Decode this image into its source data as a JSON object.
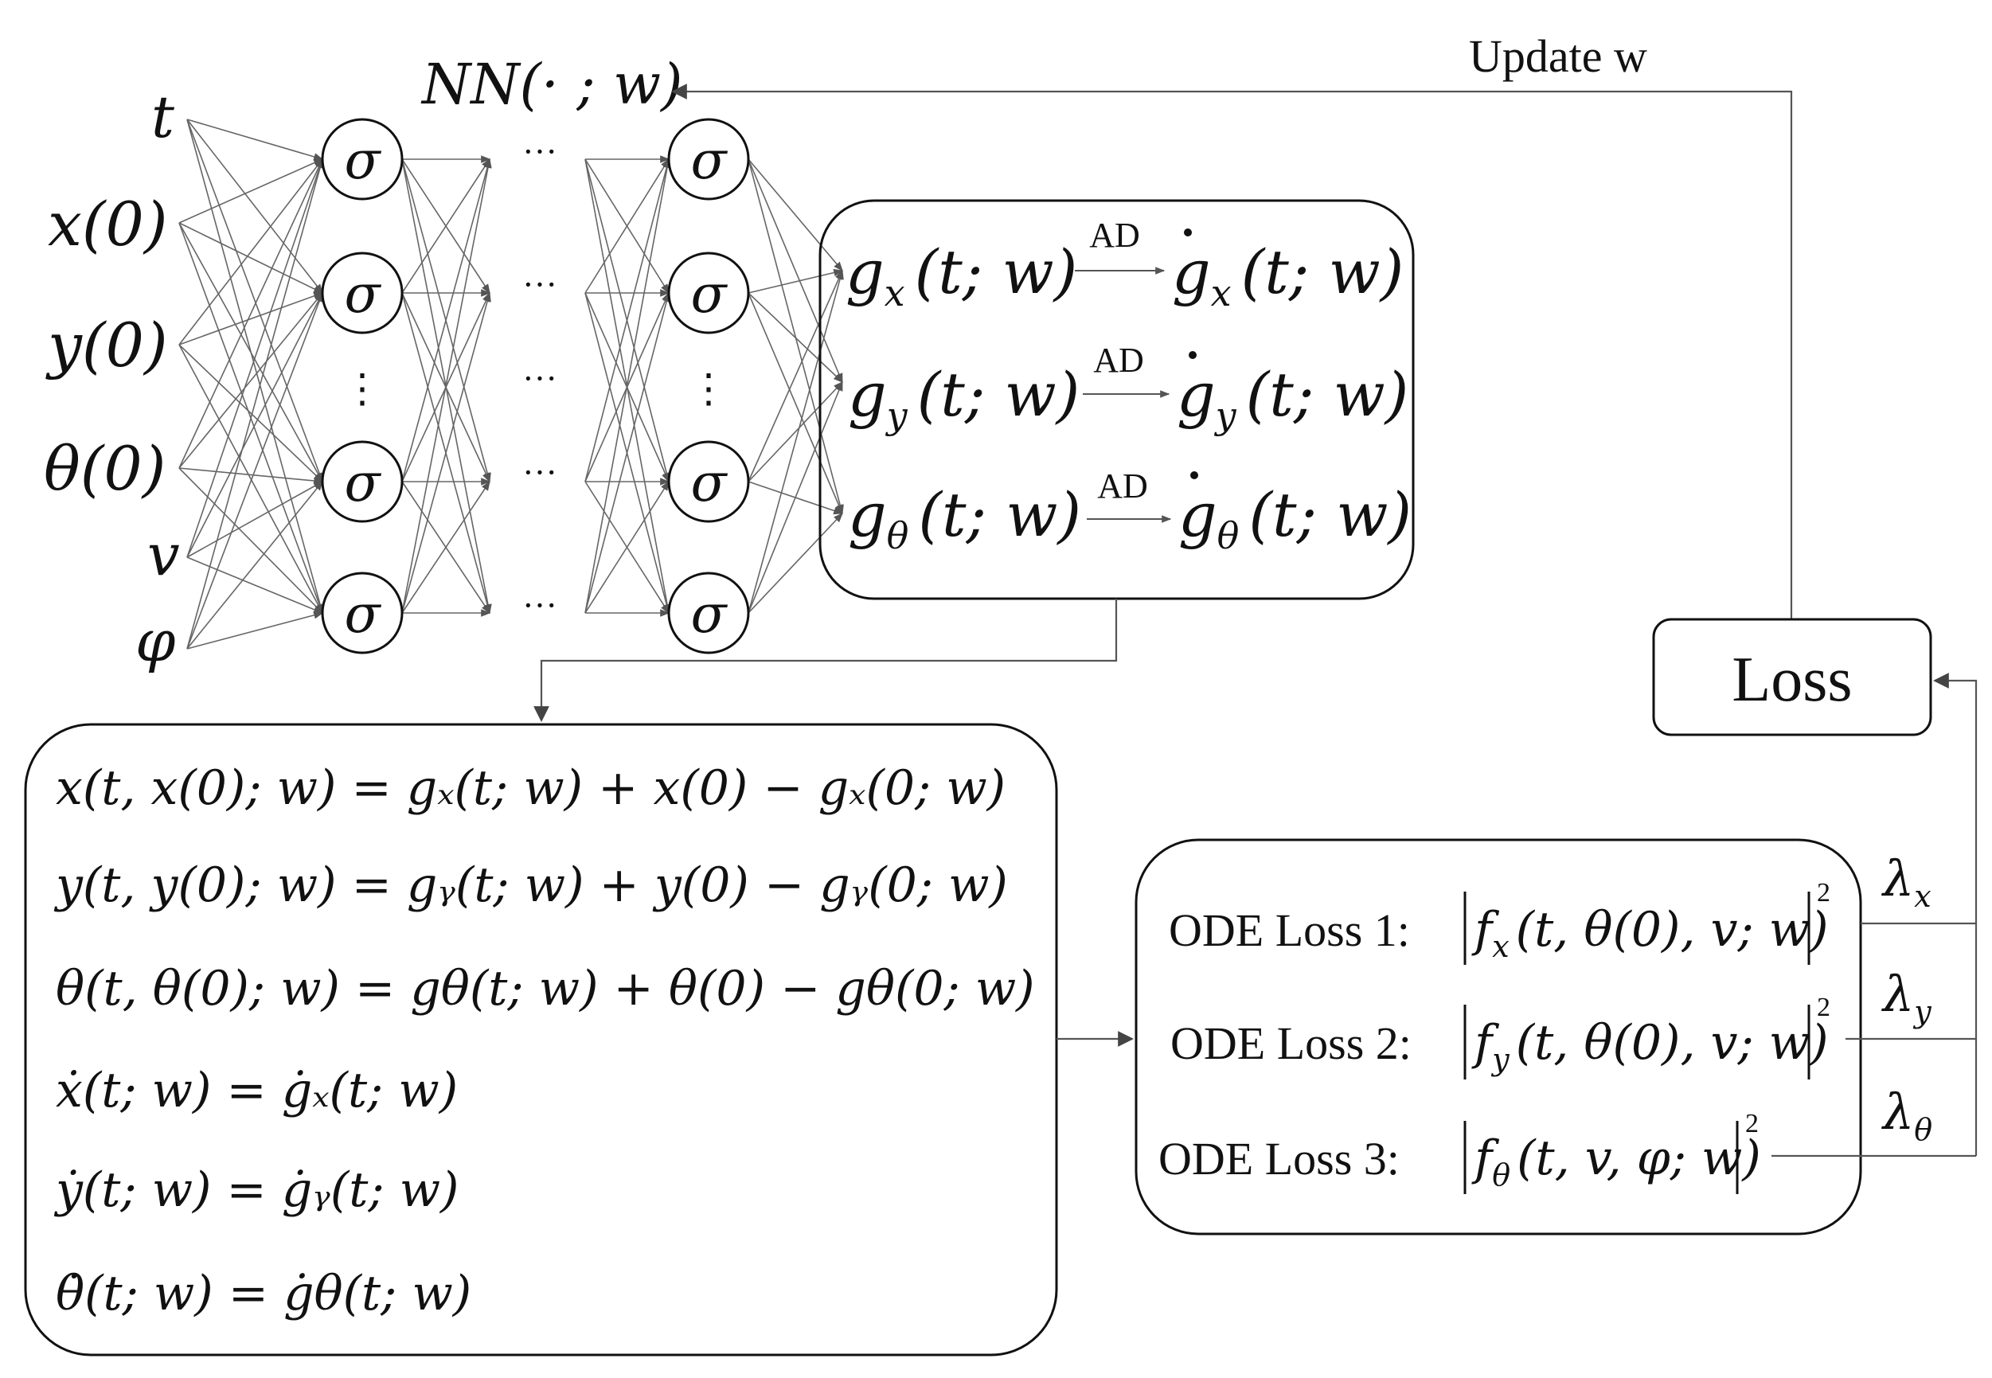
{
  "nn_label": "NN(· ; w)",
  "update_label": "Update w",
  "inputs": [
    "t",
    "x(0)",
    "y(0)",
    "θ(0)",
    "v",
    "φ"
  ],
  "neuron_symbol": "σ",
  "ellipsis_h": "···",
  "ellipsis_v": "⋮",
  "outputs": [
    {
      "g": "g",
      "sub": "x",
      "args": "(t; w)"
    },
    {
      "g": "g",
      "sub": "y",
      "args": "(t; w)"
    },
    {
      "g": "g",
      "sub": "θ",
      "args": "(t; w)"
    }
  ],
  "ad_label": "AD",
  "equations": [
    "x(t, x(0); w) = gₓ(t; w) + x(0) − gₓ(0; w)",
    "y(t, y(0); w) = gᵧ(t; w) + y(0) − gᵧ(0; w)",
    "θ(t, θ(0); w) = gθ(t; w) + θ(0) − gθ(0; w)",
    "ẋ(t; w) = ġₓ(t; w)",
    "ẏ(t; w) = ġᵧ(t; w)",
    "θ̇(t; w) = ġθ(t; w)"
  ],
  "loss_label": "Loss",
  "ode_losses": [
    {
      "label": "ODE Loss 1:",
      "f_sub": "x",
      "args": "(t, θ(0), v; w)",
      "exp": "2",
      "lambda_sub": "x"
    },
    {
      "label": "ODE Loss 2:",
      "f_sub": "y",
      "args": "(t, θ(0), v; w)",
      "exp": "2",
      "lambda_sub": "y"
    },
    {
      "label": "ODE Loss 3:",
      "f_sub": "θ",
      "args": "(t, v, φ; w)",
      "exp": "2",
      "lambda_sub": "θ"
    }
  ],
  "colors": {
    "line": "#555555",
    "stroke": "#111111"
  }
}
